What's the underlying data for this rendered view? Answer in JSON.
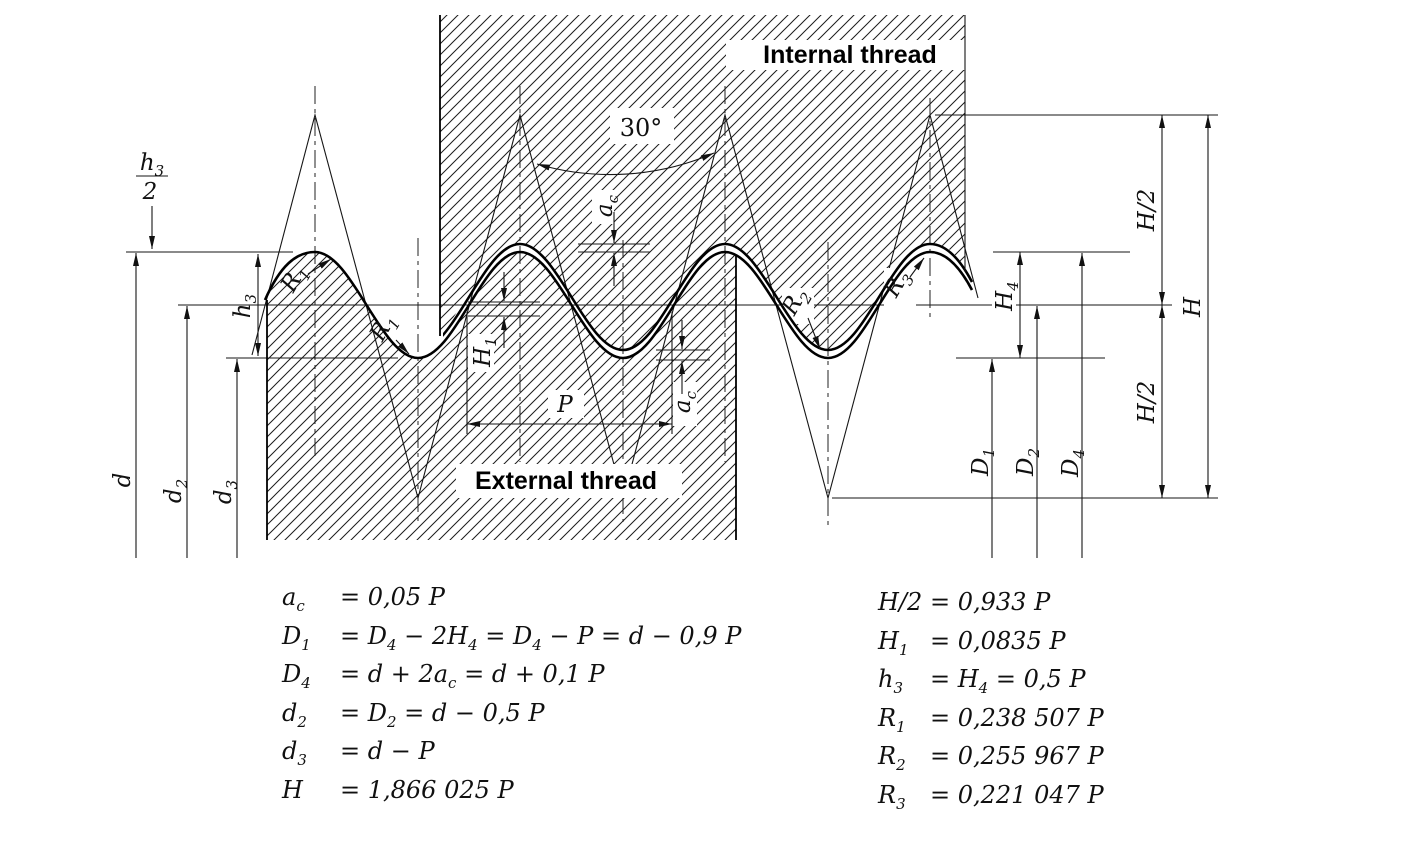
{
  "page": {
    "background": "#ffffff",
    "ink": "#111111"
  },
  "diagram": {
    "region_labels": {
      "internal": "Internal thread",
      "external": "External thread"
    },
    "angle": "30°",
    "dims": {
      "h3_over_2": {
        "num_base": "h",
        "num_sub": "3",
        "den": "2"
      },
      "h3": {
        "base": "h",
        "sub": "3"
      },
      "d": {
        "base": "d",
        "sub": ""
      },
      "d2": {
        "base": "d",
        "sub": "2"
      },
      "d3": {
        "base": "d",
        "sub": "3"
      },
      "P": {
        "base": "P",
        "sub": ""
      },
      "ac": {
        "base": "a",
        "sub": "c"
      },
      "H1": {
        "base": "H",
        "sub": "1"
      },
      "H4": {
        "base": "H",
        "sub": "4"
      },
      "R1": {
        "base": "R",
        "sub": "1"
      },
      "R2": {
        "base": "R",
        "sub": "2"
      },
      "R3": {
        "base": "R",
        "sub": "3"
      },
      "D1": {
        "base": "D",
        "sub": "1"
      },
      "D2": {
        "base": "D",
        "sub": "2"
      },
      "D4": {
        "base": "D",
        "sub": "4"
      },
      "H_half": {
        "base": "H/2",
        "sub": ""
      },
      "H": {
        "base": "H",
        "sub": ""
      }
    }
  },
  "formulas": {
    "left": [
      {
        "lhs": "a_c",
        "rhs": "= 0,05 P"
      },
      {
        "lhs": "D_1",
        "rhs": "= D_4 − 2H_4 = D_4 − P = d − 0,9 P"
      },
      {
        "lhs": "D_4",
        "rhs": "= d + 2a_c = d + 0,1 P"
      },
      {
        "lhs": "d_2",
        "rhs": "= D_2 = d − 0,5 P"
      },
      {
        "lhs": "d_3",
        "rhs": "= d − P"
      },
      {
        "lhs": "H",
        "rhs": "= 1,866 025 P"
      }
    ],
    "right": [
      {
        "lhs": "H/2",
        "rhs": "= 0,933 P"
      },
      {
        "lhs": "H_1",
        "rhs": "= 0,0835 P"
      },
      {
        "lhs": "h_3",
        "rhs": "= H_4 = 0,5 P"
      },
      {
        "lhs": "R_1",
        "rhs": "= 0,238 507 P"
      },
      {
        "lhs": "R_2",
        "rhs": "= 0,255 967 P"
      },
      {
        "lhs": "R_3",
        "rhs": "= 0,221 047 P"
      }
    ]
  }
}
